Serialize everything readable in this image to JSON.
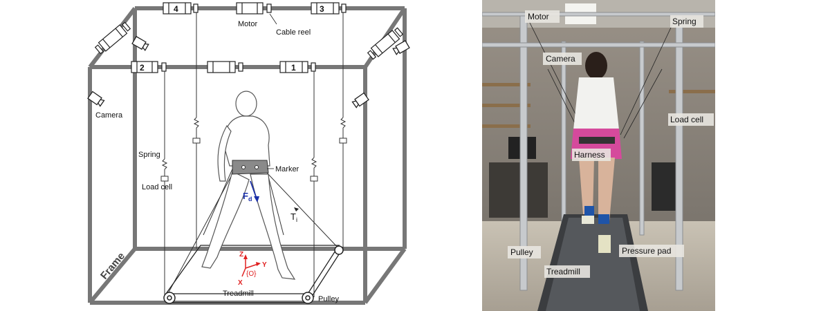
{
  "diagram": {
    "labels": {
      "motor": "Motor",
      "cable_reel": "Cable reel",
      "camera": "Camera",
      "spring": "Spring",
      "load_cell": "Load cell",
      "marker": "Marker",
      "force": "F",
      "force_sub": "d",
      "tension": "T",
      "tension_sub": "i",
      "frame": "Frame",
      "treadmill": "Treadmill",
      "pulley": "Pulley",
      "axis_z": "Z",
      "axis_y": "Y",
      "axis_x": "X",
      "origin": "{O}"
    },
    "motor_numbers": [
      "4",
      "3",
      "2",
      "1"
    ],
    "colors": {
      "frame": "#777777",
      "force": "#1a2fa8",
      "axes": "#e02020"
    }
  },
  "photo": {
    "tags": {
      "motor": "Motor",
      "spring": "Spring",
      "camera": "Camera",
      "load_cell": "Load cell",
      "harness": "Harness",
      "pulley": "Pulley",
      "treadmill": "Treadmill",
      "pressure_pad": "Pressure pad"
    }
  }
}
